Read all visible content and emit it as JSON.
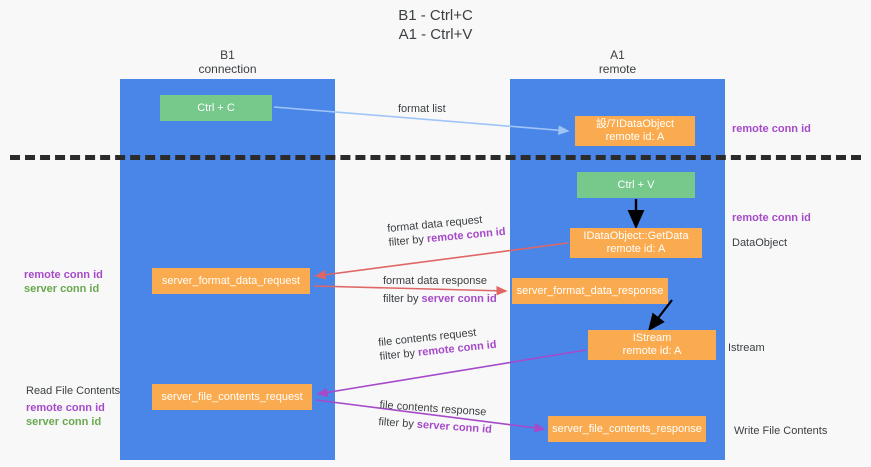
{
  "title": "B1 - Ctrl+C\nA1 - Ctrl+V",
  "colors": {
    "lane": "#4a86e8",
    "green_box": "#76c88b",
    "orange_box": "#fbab4f",
    "remote_conn_id": "#a64ac9",
    "server_conn_id": "#6aa84f",
    "arrow_blue": "#9fc5f8",
    "arrow_red": "#e06666",
    "arrow_purple": "#a64ac9",
    "arrow_black": "#000000",
    "divider": "#2b2b2b",
    "background": "#f8f8f8"
  },
  "columns": [
    {
      "name": "b1",
      "title": "B1\nconnection"
    },
    {
      "name": "a1",
      "title": "A1\nremote"
    }
  ],
  "boxes": {
    "ctrl_c": {
      "label": "Ctrl + C",
      "style": "green"
    },
    "idataobject": {
      "line1": "設/7IDataObject",
      "line2": "remote id: A",
      "style": "orange"
    },
    "ctrl_v": {
      "label": "Ctrl + V",
      "style": "green"
    },
    "getdata": {
      "line1": "IDataObject::GetData",
      "line2": "remote id: A",
      "style": "orange"
    },
    "server_format_data_request": {
      "label": "server_format_data_request",
      "style": "orange"
    },
    "server_format_data_response": {
      "label": "server_format_data_response",
      "style": "orange"
    },
    "istream": {
      "line1": "IStream",
      "line2": "remote id: A",
      "style": "orange"
    },
    "server_file_contents_request": {
      "label": "server_file_contents_request",
      "style": "orange"
    },
    "server_file_contents_response": {
      "label": "server_file_contents_response",
      "style": "orange"
    }
  },
  "edge_labels": {
    "format_list": "format list",
    "format_data_request": "format data request",
    "format_data_request_filter_prefix": "filter by ",
    "format_data_request_filter_key": "remote conn id",
    "format_data_response": "format data response",
    "format_data_response_filter_prefix": "filter by ",
    "format_data_response_filter_key": "server conn id",
    "file_contents_request": "file contents request",
    "file_contents_request_filter_prefix": "filter by ",
    "file_contents_request_filter_key": "remote conn id",
    "file_contents_response": "file contents response",
    "file_contents_response_filter_prefix": "filter by ",
    "file_contents_response_filter_key": "server conn id"
  },
  "annotations_right": {
    "remote_conn_id_top": "remote conn id",
    "remote_conn_id_mid": "remote conn id",
    "dataobject": "DataObject",
    "istream": "Istream",
    "write_file_contents": "Write File Contents"
  },
  "annotations_left": {
    "remote_conn_id": "remote conn id",
    "server_conn_id": "server conn id",
    "read_file_contents": "Read File Contents",
    "remote_conn_id_2": "remote conn id",
    "server_conn_id_2": "server conn id"
  }
}
